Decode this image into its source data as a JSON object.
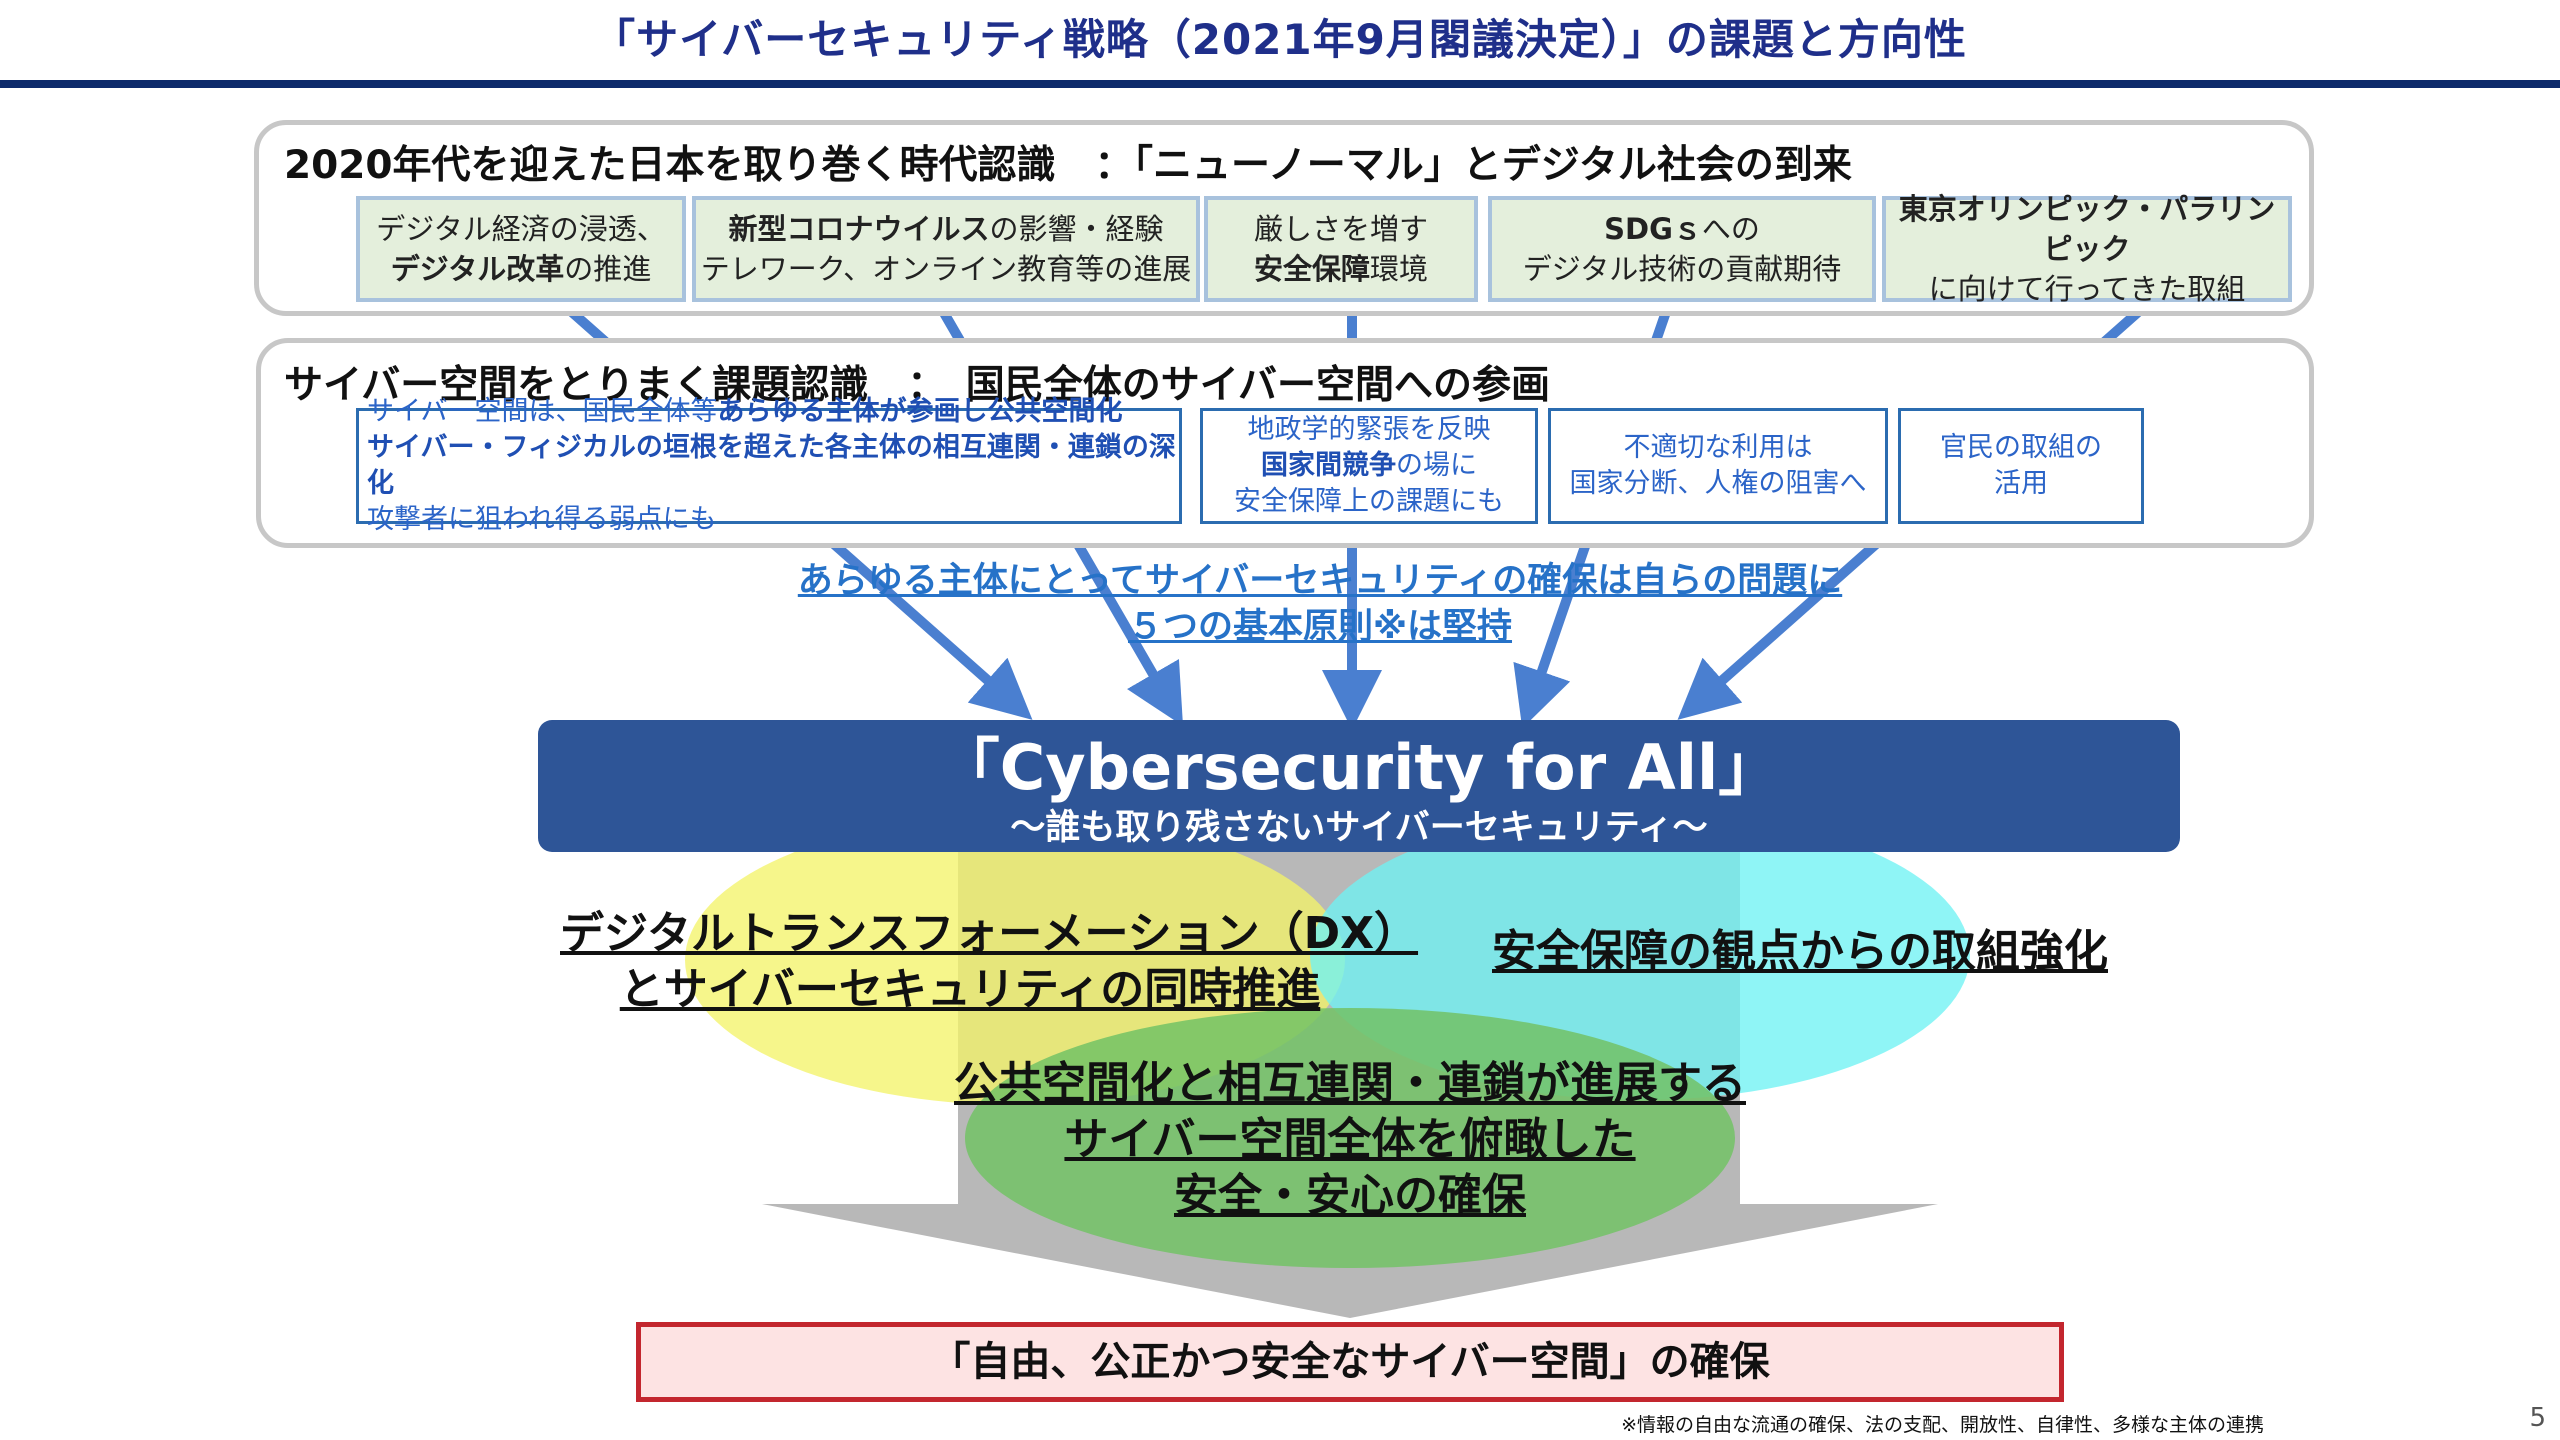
{
  "title": "「サイバーセキュリティ戦略（2021年9月閣議決定）」の課題と方向性",
  "era": {
    "heading": "2020年代を迎えた日本を取り巻く時代認識　：「ニューノーマル」とデジタル社会の到来",
    "items": [
      {
        "l1a": "デジタル経済の浸透、",
        "l1b": "",
        "l2a": "デジタル改革",
        "l2b": "の推進"
      },
      {
        "l1a": "新型コロナウイルス",
        "l1b": "の影響・経験",
        "l2a": "",
        "l2b": "テレワーク、オンライン教育等の進展"
      },
      {
        "l1a": "厳しさを増す",
        "l1b": "",
        "l2a": "安全保障",
        "l2b": "環境"
      },
      {
        "l1a": "SDGｓ",
        "l1b": "への",
        "l2a": "",
        "l2b": "デジタル技術の貢献期待"
      },
      {
        "l1a": "東京オリンピック・パラリンピック",
        "l1b": "",
        "l2a": "",
        "l2b": "に向けて行ってきた取組"
      }
    ]
  },
  "issues": {
    "heading": "サイバー空間をとりまく課題認識　：　国民全体のサイバー空間への参画",
    "box1": {
      "l1a": "サイバー空間は、国民全体等",
      "l1b": "あらゆる主体が参画し公共空間化",
      "l2": "サイバー・フィジカルの垣根を超えた各主体の相互連関・連鎖の深化",
      "l3": "攻撃者に狙われ得る弱点にも"
    },
    "box2": {
      "l1": "地政学的緊張を反映",
      "l2a": "国家間競争",
      "l2b": "の場に",
      "l3": "安全保障上の課題にも"
    },
    "box3": {
      "l1": "不適切な利用は",
      "l2": "国家分断、人権の阻害へ"
    },
    "box4": {
      "l1": "官民の取組の",
      "l2": "活用"
    }
  },
  "principle": {
    "line1": "あらゆる主体にとってサイバーセキュリティの確保は自らの問題に",
    "line2": "５つの基本原則※は堅持"
  },
  "banner": {
    "main": "「Cybersecurity for All」",
    "sub": "～誰も取り残さないサイバーセキュリティ～"
  },
  "venn": {
    "left_l1": "デジタルトランスフォーメーション（DX）",
    "left_l2": "とサイバーセキュリティの同時推進",
    "right": "安全保障の観点からの取組強化",
    "bottom_l1": "公共空間化と相互連関・連鎖が進展する",
    "bottom_l2": "サイバー空間全体を俯瞰した",
    "bottom_l3": "安全・安心の確保",
    "colors": {
      "yellow": "#f4f46a",
      "cyan": "#6ff2f4",
      "green": "#72c265",
      "banner": "#2e5597",
      "arrow": "#4a7fd0"
    }
  },
  "goal": "「自由、公正かつ安全なサイバー空間」の確保",
  "footnote": "※情報の自由な流通の確保、法の支配、開放性、自律性、多様な主体の連携",
  "page_number": "5"
}
